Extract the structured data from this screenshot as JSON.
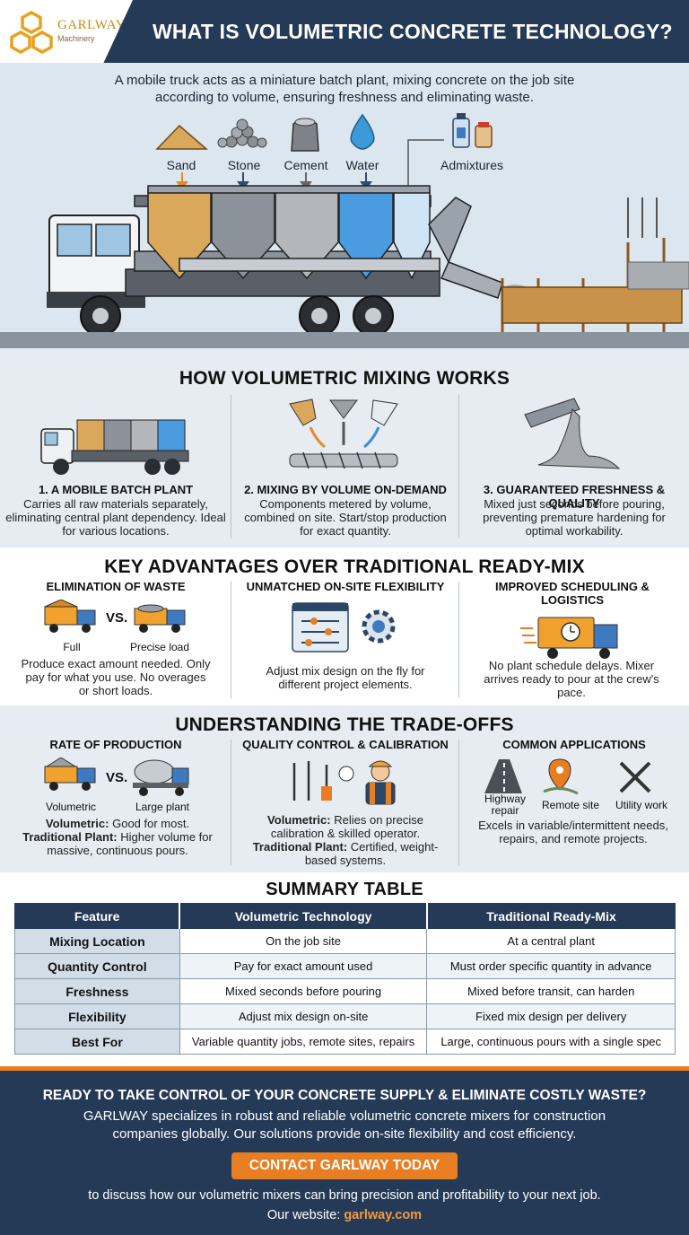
{
  "brand": {
    "name": "GARLWAY",
    "sub": "Machinery",
    "accent": "#e87e22",
    "navy": "#253a56"
  },
  "header": {
    "title": "WHAT IS VOLUMETRIC CONCRETE TECHNOLOGY?"
  },
  "hero": {
    "intro": "A mobile truck acts as a miniature batch plant, mixing concrete on the job site according to volume, ensuring freshness and eliminating waste.",
    "ingredients": [
      "Sand",
      "Stone",
      "Cement",
      "Water",
      "Admixtures"
    ]
  },
  "how": {
    "title": "HOW VOLUMETRIC MIXING WORKS",
    "steps": [
      {
        "title": "1. A MOBILE BATCH PLANT",
        "desc": "Carries all raw materials separately, eliminating central plant dependency. Ideal for various locations."
      },
      {
        "title": "2. MIXING BY VOLUME ON-DEMAND",
        "desc": "Components metered by volume, combined on site. Start/stop production for exact quantity."
      },
      {
        "title": "3. GUARANTEED FRESHNESS & QUALITY",
        "desc": "Mixed just seconds before pouring, preventing premature hardening for optimal workability."
      }
    ]
  },
  "advantages": {
    "title": "KEY ADVANTAGES OVER TRADITIONAL READY-MIX",
    "items": [
      {
        "title": "ELIMINATION OF WASTE",
        "left_label": "Full",
        "vs": "VS.",
        "right_label": "Precise load",
        "desc": "Produce exact amount needed. Only pay for what you use. No overages or short loads."
      },
      {
        "title": "UNMATCHED ON-SITE FLEXIBILITY",
        "desc": "Adjust mix design on the fly for different project elements."
      },
      {
        "title": "IMPROVED SCHEDULING & LOGISTICS",
        "desc": "No plant schedule delays. Mixer arrives ready to pour at the crew's pace."
      }
    ]
  },
  "tradeoffs": {
    "title": "UNDERSTANDING THE TRADE-OFFS",
    "rate": {
      "title": "RATE OF PRODUCTION",
      "left_label": "Volumetric",
      "vs": "VS.",
      "right_label": "Large plant",
      "line1_bold": "Volumetric:",
      "line1": " Good for most.",
      "line2_bold": "Traditional Plant:",
      "line2": " Higher volume for massive, continuous pours."
    },
    "quality": {
      "title": "QUALITY CONTROL & CALIBRATION",
      "line1_bold": "Volumetric:",
      "line1": " Relies on precise calibration & skilled operator.",
      "line2_bold": "Traditional Plant:",
      "line2": " Certified, weight-based systems."
    },
    "apps": {
      "title": "COMMON APPLICATIONS",
      "labels": [
        "Highway repair",
        "Remote site",
        "Utility work"
      ],
      "desc": "Excels in variable/intermittent needs, repairs, and remote projects."
    }
  },
  "summary": {
    "title": "SUMMARY TABLE",
    "headers": [
      "Feature",
      "Volumetric Technology",
      "Traditional Ready-Mix"
    ],
    "rows": [
      [
        "Mixing Location",
        "On the job site",
        "At a central plant"
      ],
      [
        "Quantity Control",
        "Pay for exact amount used",
        "Must order specific quantity in advance"
      ],
      [
        "Freshness",
        "Mixed seconds before pouring",
        "Mixed before transit, can harden"
      ],
      [
        "Flexibility",
        "Adjust mix design on-site",
        "Fixed mix design per delivery"
      ],
      [
        "Best For",
        "Variable quantity jobs, remote sites, repairs",
        "Large, continuous pours with a single spec"
      ]
    ]
  },
  "footer": {
    "question": "READY TO TAKE CONTROL OF YOUR CONCRETE SUPPLY & ELIMINATE COSTLY WASTE?",
    "body": "GARLWAY specializes in robust and reliable volumetric concrete mixers for construction companies globally. Our solutions provide on-site flexibility and cost efficiency.",
    "button": "CONTACT GARLWAY TODAY",
    "after": "to discuss how our volumetric mixers can bring precision and profitability to your next job.",
    "site_label": "Our website: ",
    "site": "garlway.com"
  }
}
